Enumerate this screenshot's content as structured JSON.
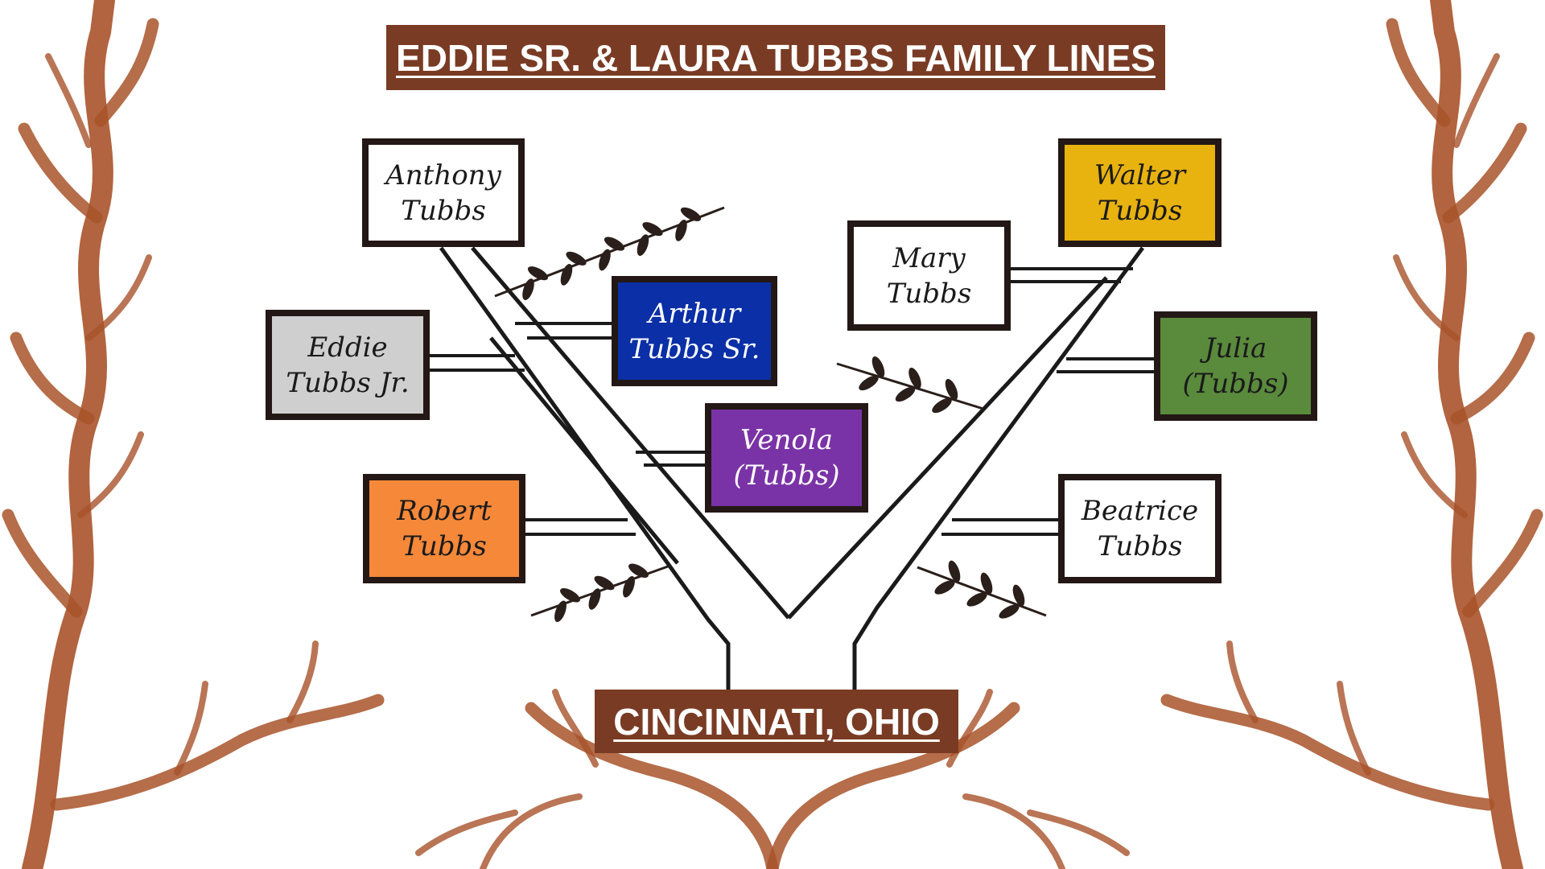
{
  "title": "EDDIE SR. & LAURA TUBBS FAMILY LINES",
  "place": "CINCINNATI, OHIO",
  "colors": {
    "banner": "#7a3b24",
    "branches": "#a8532a",
    "box_border": "#231815",
    "trunk_line": "#1a1a1a",
    "leaf": "#2a1f1a"
  },
  "people": [
    {
      "id": "anthony",
      "name": "Anthony\nTubbs",
      "fill": "#ffffff",
      "text_color": "#1a1a1a"
    },
    {
      "id": "eddie-jr",
      "name": "Eddie\nTubbs Jr.",
      "fill": "#cfcfcf",
      "text_color": "#1a1a1a"
    },
    {
      "id": "robert",
      "name": "Robert\nTubbs",
      "fill": "#f6883a",
      "text_color": "#1a1a1a"
    },
    {
      "id": "arthur-sr",
      "name": "Arthur\nTubbs Sr.",
      "fill": "#0a2fa6",
      "text_color": "#ffffff"
    },
    {
      "id": "venola",
      "name": "Venola\n(Tubbs)",
      "fill": "#7a33a6",
      "text_color": "#ffffff"
    },
    {
      "id": "mary",
      "name": "Mary\nTubbs",
      "fill": "#ffffff",
      "text_color": "#1a1a1a"
    },
    {
      "id": "walter",
      "name": "Walter\nTubbs",
      "fill": "#e8b20f",
      "text_color": "#1a1a1a"
    },
    {
      "id": "julia",
      "name": "Julia\n(Tubbs)",
      "fill": "#5a8a3c",
      "text_color": "#1a1a1a"
    },
    {
      "id": "beatrice",
      "name": "Beatrice\nTubbs",
      "fill": "#ffffff",
      "text_color": "#1a1a1a"
    }
  ]
}
